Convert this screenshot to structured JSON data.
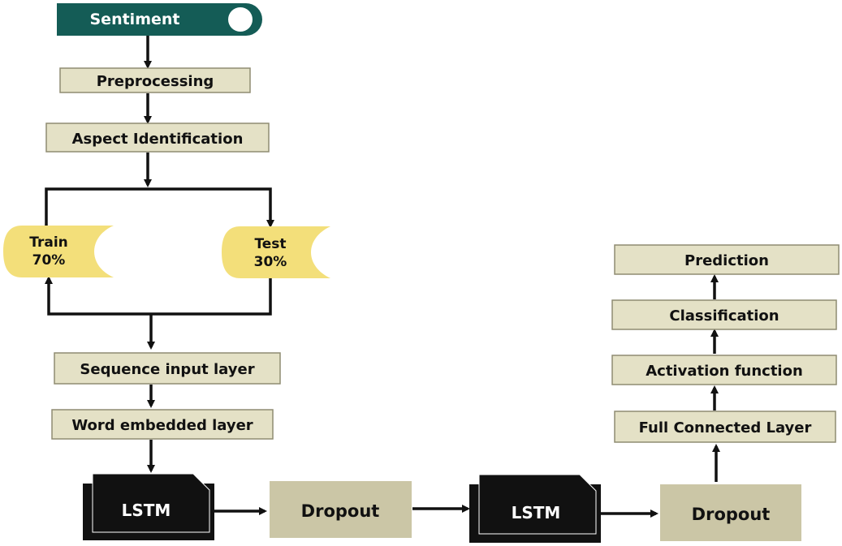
{
  "nodes": {
    "sentiment": "Sentiment",
    "preprocessing": "Preprocessing",
    "aspect": "Aspect Identification",
    "train_label": "Train",
    "train_pct": "70%",
    "test_label": "Test",
    "test_pct": "30%",
    "sequence": "Sequence input layer",
    "word_embedded": "Word embedded layer",
    "lstm1": "LSTM",
    "dropout1": "Dropout",
    "lstm2": "LSTM",
    "dropout2": "Dropout",
    "full_connected": "Full Connected Layer",
    "activation": "Activation function",
    "classification": "Classification",
    "prediction": "Prediction"
  },
  "colors": {
    "box_fill": "#e4e1c6",
    "box_stroke": "#8f8c72",
    "dropout_fill": "#cbc6a6",
    "storage_fill": "#f3df7a",
    "sentiment_fill": "#145c56",
    "lstm_fill": "#111111",
    "line": "#111111"
  }
}
